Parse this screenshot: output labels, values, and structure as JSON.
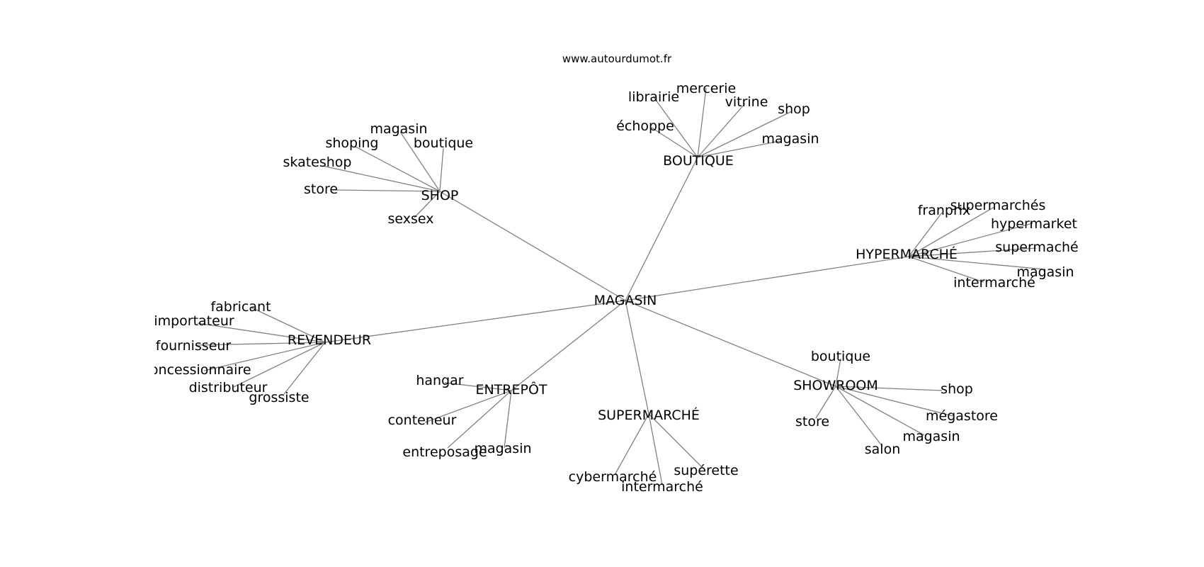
{
  "source": "www.autourdumot.fr",
  "center": "MAGASIN",
  "edge_color": "#808080",
  "groups": [
    {
      "label": "SHOP",
      "leaves": [
        "magasin",
        "shoping",
        "boutique",
        "skateshop",
        "store",
        "sexsex"
      ]
    },
    {
      "label": "BOUTIQUE",
      "leaves": [
        "librairie",
        "mercerie",
        "vitrine",
        "shop",
        "échoppe",
        "magasin"
      ]
    },
    {
      "label": "HYPERMARCHÉ",
      "leaves": [
        "franprix",
        "supermarchés",
        "hypermarket",
        "supermaché",
        "magasin",
        "intermarché"
      ]
    },
    {
      "label": "REVENDEUR",
      "leaves": [
        "fabricant",
        "importateur",
        "fournisseur",
        "concessionnaire",
        "distributeur",
        "grossiste"
      ]
    },
    {
      "label": "ENTREPÔT",
      "leaves": [
        "hangar",
        "conteneur",
        "entreposage",
        "magasin"
      ]
    },
    {
      "label": "SUPERMARCHÉ",
      "leaves": [
        "cybermarché",
        "intermarché",
        "supérette"
      ]
    },
    {
      "label": "SHOWROOM",
      "leaves": [
        "boutique",
        "shop",
        "store",
        "mégastore",
        "magasin",
        "salon"
      ]
    }
  ]
}
